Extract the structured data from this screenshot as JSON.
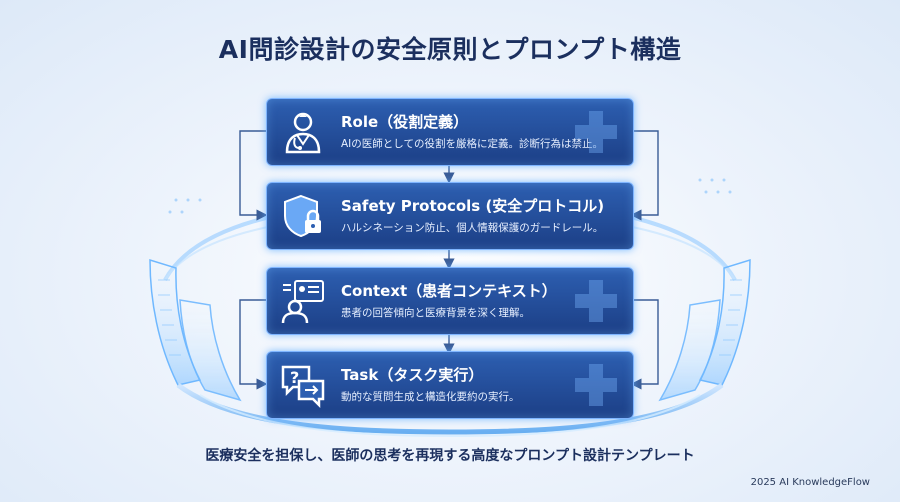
{
  "title": "AI問診設計の安全原則とプロンプト構造",
  "cards": [
    {
      "heading": "Role（役割定義）",
      "desc": "AIの医師としての役割を厳格に定義。診断行為は禁止。",
      "icon": "doctor-icon"
    },
    {
      "heading": "Safety Protocols (安全プロトコル)",
      "desc": "ハルシネーション防止、個人情報保護のガードレール。",
      "icon": "shield-lock-icon"
    },
    {
      "heading": "Context（患者コンテキスト）",
      "desc": "患者の回答傾向と医療背景を深く理解。",
      "icon": "patient-profile-icon"
    },
    {
      "heading": "Task（タスク実行）",
      "desc": "動的な質問生成と構造化要約の実行。",
      "icon": "chat-question-icon"
    }
  ],
  "caption": "医療安全を担保し、医師の思考を再現する高度なプロンプト設計テンプレート",
  "copyright": "2025 AI KnowledgeFlow",
  "colors": {
    "card_top": "#2d5fb1",
    "card_bottom": "#1c3f86",
    "glow": "#7fb5ff",
    "title": "#1b2f5e"
  }
}
